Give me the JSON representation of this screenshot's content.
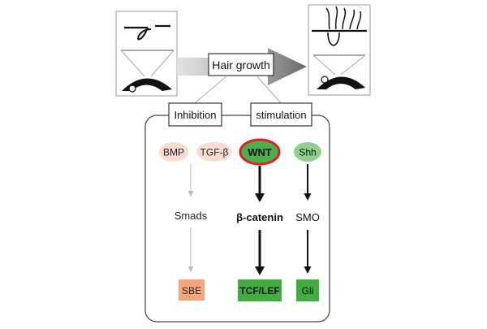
{
  "top": {
    "main_label": "Hair growth",
    "left_branch": "Inhibition",
    "right_branch": "stimulation"
  },
  "inhibition": {
    "ligands": [
      "BMP",
      "TGF-β"
    ],
    "mediator": "Smads",
    "effector": "SBE"
  },
  "wnt_pathway": {
    "ligand": "WNT",
    "mediator": "β-catenin",
    "effector": "TCF/LEF"
  },
  "shh_pathway": {
    "ligand": "Shh",
    "mediator": "SMO",
    "effector": "Gli"
  },
  "colors": {
    "inhibition_ligand_fill": "#f9dcd0",
    "sbe_fill": "#f4a57d",
    "wnt_fill": "#4cb04c",
    "wnt_border": "#e02020",
    "shh_fill": "#8ed08e",
    "effector_green": "#3fae3f",
    "faint_arrow": "#bbbbbb",
    "panel_border": "#444444",
    "growth_arrow_light": "#d8d8d8",
    "growth_arrow_dark": "#6e6e6e"
  }
}
